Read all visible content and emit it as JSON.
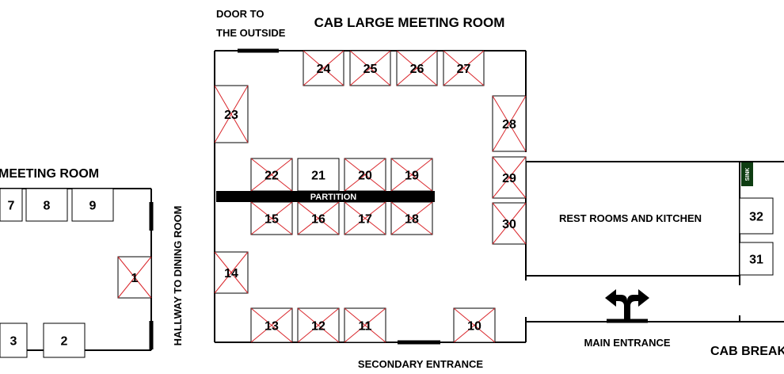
{
  "rooms": {
    "large": "CAB LARGE MEETING ROOM",
    "small": "MEETING ROOM",
    "rest": "REST ROOMS AND KITCHEN",
    "breakroom": "CAB BREAK"
  },
  "labels": {
    "door_line1": "DOOR TO",
    "door_line2": "THE OUTSIDE",
    "partition": "PARTITION",
    "secondary_entrance": "SECONDARY ENTRANCE",
    "main_entrance": "MAIN ENTRANCE",
    "hallway": "HALLWAY TO DINING ROOM",
    "sink": "SINK"
  },
  "booths": [
    {
      "num": "1",
      "taken": true
    },
    {
      "num": "2",
      "taken": false
    },
    {
      "num": "3",
      "taken": false
    },
    {
      "num": "7",
      "taken": false
    },
    {
      "num": "8",
      "taken": false
    },
    {
      "num": "9",
      "taken": false
    },
    {
      "num": "10",
      "taken": true
    },
    {
      "num": "11",
      "taken": true
    },
    {
      "num": "12",
      "taken": true
    },
    {
      "num": "13",
      "taken": true
    },
    {
      "num": "14",
      "taken": true
    },
    {
      "num": "15",
      "taken": true
    },
    {
      "num": "16",
      "taken": true
    },
    {
      "num": "17",
      "taken": true
    },
    {
      "num": "18",
      "taken": true
    },
    {
      "num": "19",
      "taken": true
    },
    {
      "num": "20",
      "taken": true
    },
    {
      "num": "21",
      "taken": false
    },
    {
      "num": "22",
      "taken": true
    },
    {
      "num": "23",
      "taken": true
    },
    {
      "num": "24",
      "taken": true
    },
    {
      "num": "25",
      "taken": true
    },
    {
      "num": "26",
      "taken": true
    },
    {
      "num": "27",
      "taken": true
    },
    {
      "num": "28",
      "taken": true
    },
    {
      "num": "29",
      "taken": true
    },
    {
      "num": "30",
      "taken": true
    },
    {
      "num": "31",
      "taken": false
    },
    {
      "num": "32",
      "taken": false
    }
  ]
}
